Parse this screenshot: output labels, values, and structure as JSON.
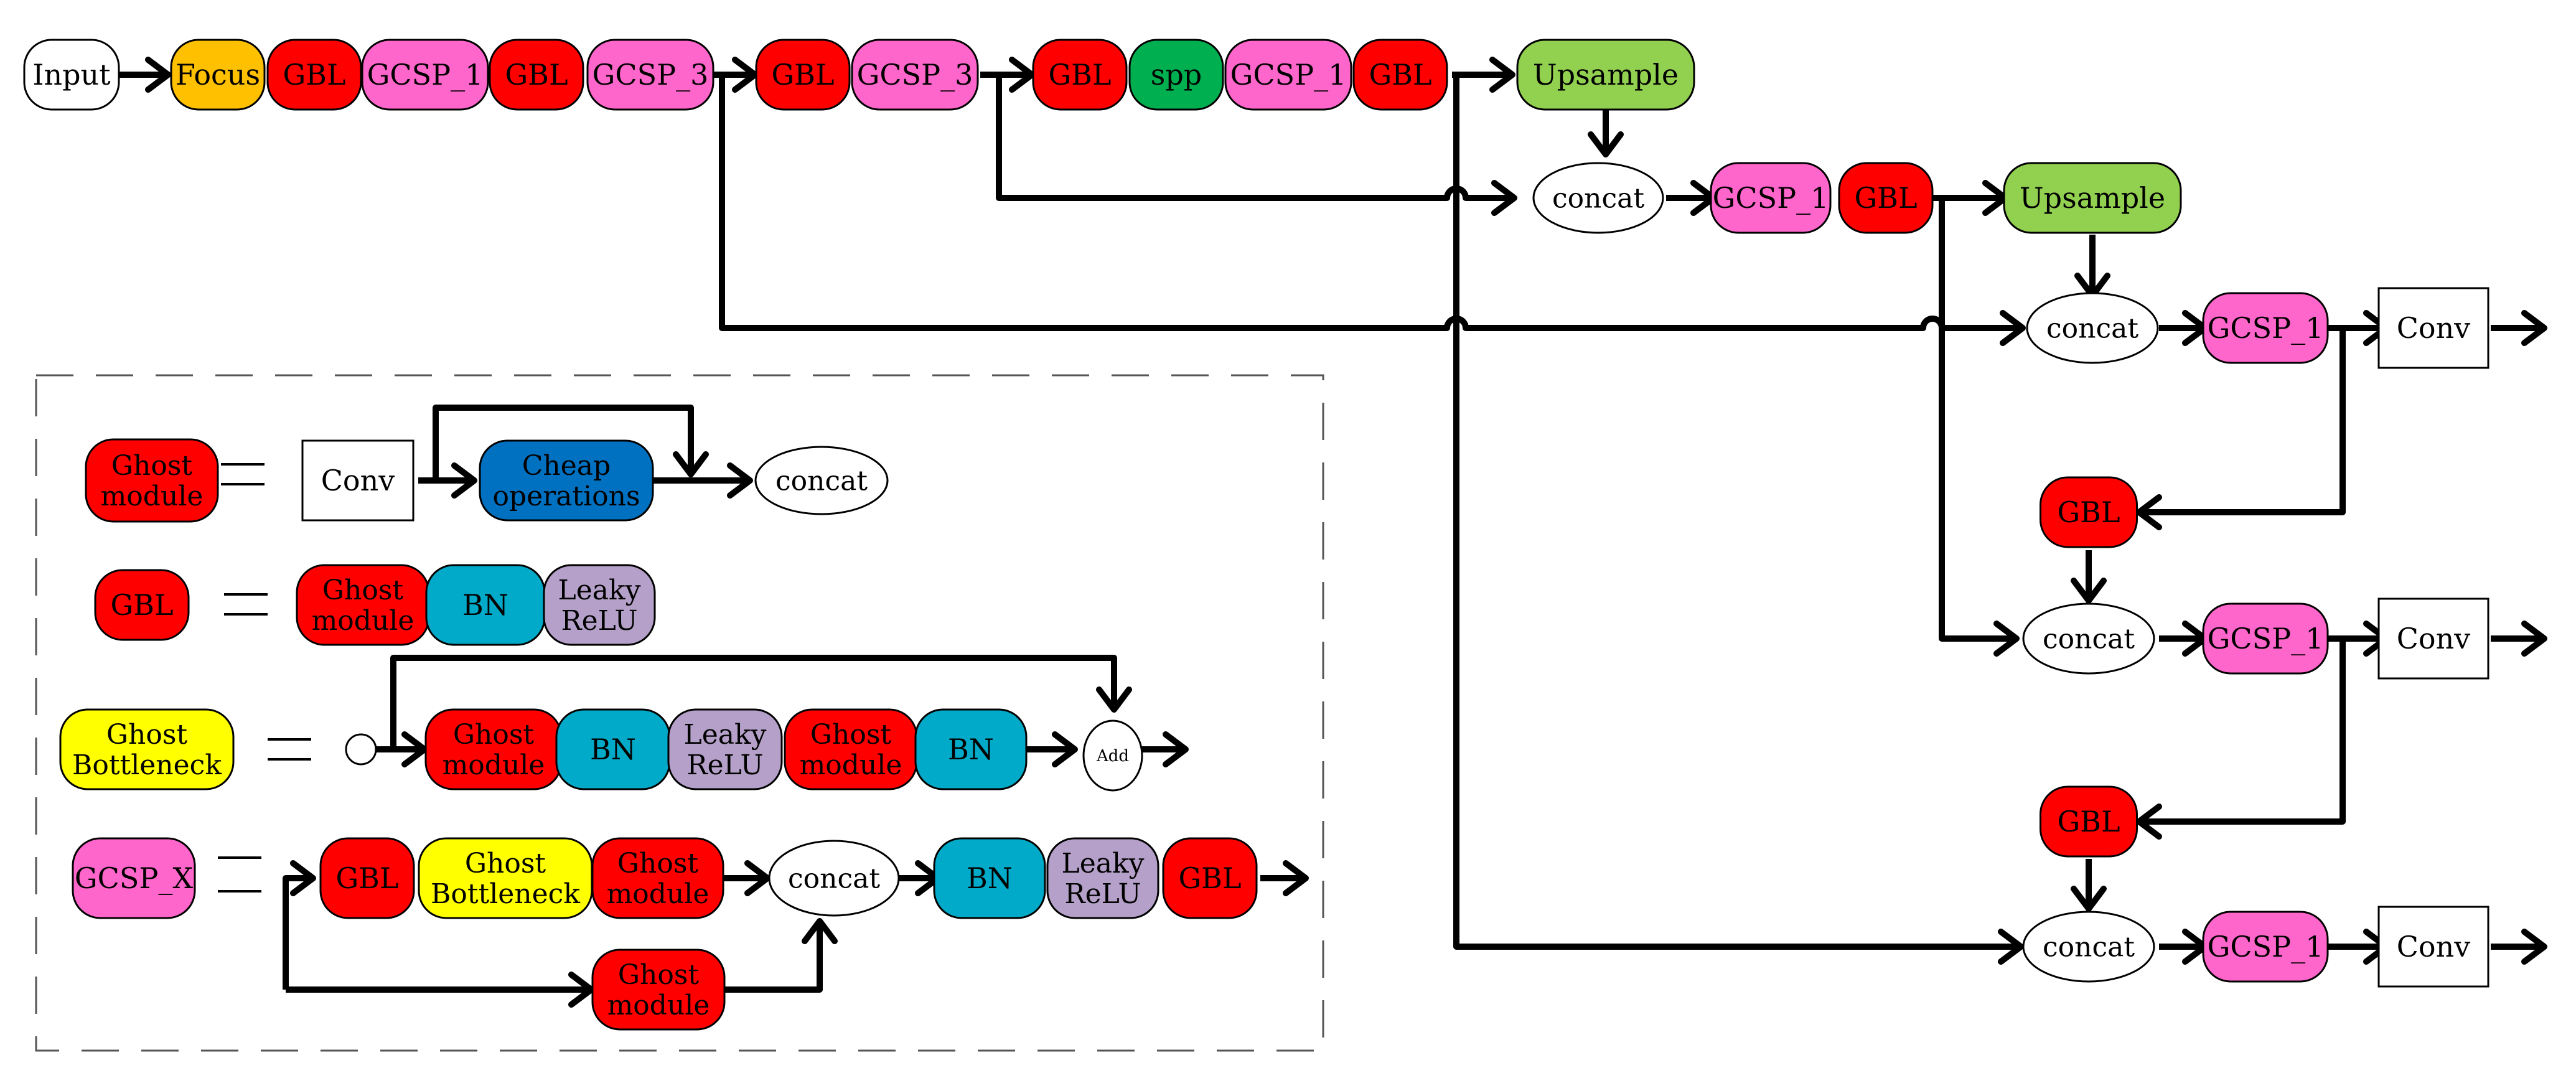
{
  "colors": {
    "red": "#ff0000",
    "pink": "#ff66cc",
    "orange": "#ffc000",
    "green": "#00b050",
    "olive": "#92d050",
    "blue": "#0070c0",
    "cyan": "#00aac8",
    "purple": "#b4a0c8",
    "yellow": "#ffff00",
    "white": "#ffffff"
  },
  "backbone": {
    "input": "Input",
    "focus": "Focus",
    "gbl_1": "GBL",
    "gcsp1_1": "GCSP_1",
    "gbl_2": "GBL",
    "gcsp3_1": "GCSP_3",
    "gbl_3": "GBL",
    "gcsp3_2": "GCSP_3",
    "gbl_4": "GBL",
    "spp": "spp",
    "gcsp1_2": "GCSP_1",
    "gbl_5": "GBL"
  },
  "neck": {
    "upsample_1": "Upsample",
    "concat_1": "concat",
    "gcsp1_3": "GCSP_1",
    "gbl_6": "GBL",
    "upsample_2": "Upsample",
    "concat_2": "concat",
    "gcsp1_4": "GCSP_1",
    "conv_1": "Conv",
    "gbl_7": "GBL",
    "concat_3": "concat",
    "gcsp1_5": "GCSP_1",
    "conv_2": "Conv",
    "gbl_8": "GBL",
    "concat_4": "concat",
    "gcsp1_6": "GCSP_1",
    "conv_3": "Conv"
  },
  "legend": {
    "ghost_module": {
      "label": [
        "Ghost",
        "module"
      ],
      "conv": "Conv",
      "cheap": [
        "Cheap",
        "operations"
      ],
      "concat": "concat"
    },
    "gbl": {
      "label": "GBL",
      "ghost": [
        "Ghost",
        "module"
      ],
      "bn": "BN",
      "leaky": [
        "Leaky",
        "ReLU"
      ]
    },
    "ghost_bottleneck": {
      "label": [
        "Ghost",
        "Bottleneck"
      ],
      "ghost_a": [
        "Ghost",
        "module"
      ],
      "bn_a": "BN",
      "leaky": [
        "Leaky",
        "ReLU"
      ],
      "ghost_b": [
        "Ghost",
        "module"
      ],
      "bn_b": "BN",
      "add": "Add"
    },
    "gcsp_x": {
      "label": "GCSP_X",
      "gbl": "GBL",
      "bottleneck": [
        "Ghost",
        "Bottleneck"
      ],
      "ghost_a": [
        "Ghost",
        "module"
      ],
      "concat": "concat",
      "bn": "BN",
      "leaky": [
        "Leaky",
        "ReLU"
      ],
      "gbl_out": "GBL",
      "ghost_b": [
        "Ghost",
        "module"
      ]
    }
  }
}
